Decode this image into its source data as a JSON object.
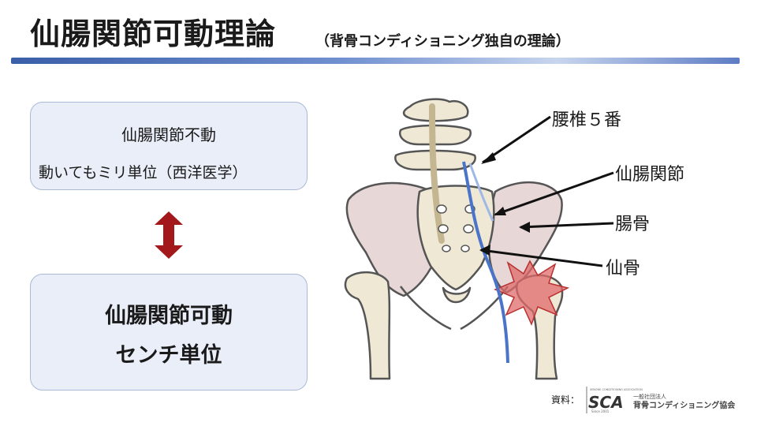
{
  "header": {
    "title": "仙腸関節可動理論",
    "subtitle": "（背骨コンディショニング独自の理論）"
  },
  "left": {
    "box1": {
      "line1": "仙腸関節不動",
      "line2": "動いてもミリ単位（西洋医学）"
    },
    "box2": {
      "line1": "仙腸関節可動",
      "line2": "センチ単位"
    }
  },
  "figure": {
    "labels": {
      "l5": "腰椎５番",
      "si_joint": "仙腸関節",
      "ilium": "腸骨",
      "sacrum": "仙骨"
    }
  },
  "footer": {
    "source_label": "資料：",
    "logo": {
      "org_small": "SEBONE CONDITIONING ASSOCIATION",
      "mark": "SCA",
      "since": "Since 2001",
      "org_type": "一般社団法人",
      "org_name": "背骨コンディショニング協会"
    }
  },
  "colors": {
    "accent_blue": "#3a5ea8",
    "arrow_red": "#a3191b",
    "nerve_blue": "#4a74c9",
    "ilium_fill": "#e8d7d7"
  }
}
